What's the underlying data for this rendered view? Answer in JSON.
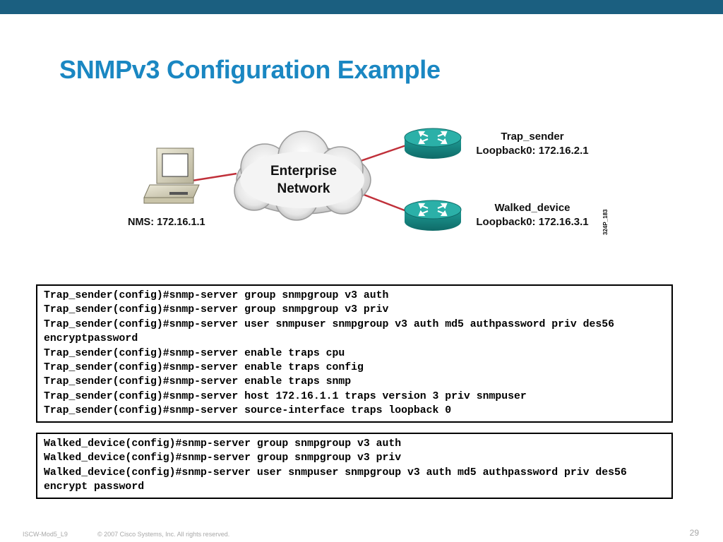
{
  "slide": {
    "title": "SNMPv3 Configuration Example",
    "page_number": "29"
  },
  "diagram": {
    "cloud_label_1": "Enterprise",
    "cloud_label_2": "Network",
    "nms_label": "NMS: 172.16.1.1",
    "trap_sender_name": "Trap_sender",
    "trap_sender_loopback": "Loopback0: 172.16.2.1",
    "walked_device_name": "Walked_device",
    "walked_device_loopback": "Loopback0: 172.16.3.1",
    "figure_id": "324P_183",
    "link_color": "#c0303a",
    "router_color": "#1a8f8a"
  },
  "config_trap_sender": [
    "Trap_sender(config)#snmp-server group snmpgroup v3 auth",
    "Trap_sender(config)#snmp-server group snmpgroup v3 priv",
    "Trap_sender(config)#snmp-server user snmpuser snmpgroup v3 auth md5 authpassword priv des56 encryptpassword",
    "Trap_sender(config)#snmp-server enable traps cpu",
    "Trap_sender(config)#snmp-server enable traps config",
    "Trap_sender(config)#snmp-server enable traps snmp",
    "Trap_sender(config)#snmp-server host 172.16.1.1 traps version 3 priv snmpuser",
    "Trap_sender(config)#snmp-server source-interface traps loopback 0"
  ],
  "config_walked_device": [
    "Walked_device(config)#snmp-server group snmpgroup v3 auth",
    "Walked_device(config)#snmp-server group snmpgroup v3 priv",
    "Walked_device(config)#snmp-server user snmpuser snmpgroup v3 auth md5 authpassword priv des56 encrypt password"
  ],
  "footer": {
    "module": "ISCW-Mod5_L9",
    "copyright": "© 2007 Cisco Systems, Inc. All rights reserved."
  }
}
